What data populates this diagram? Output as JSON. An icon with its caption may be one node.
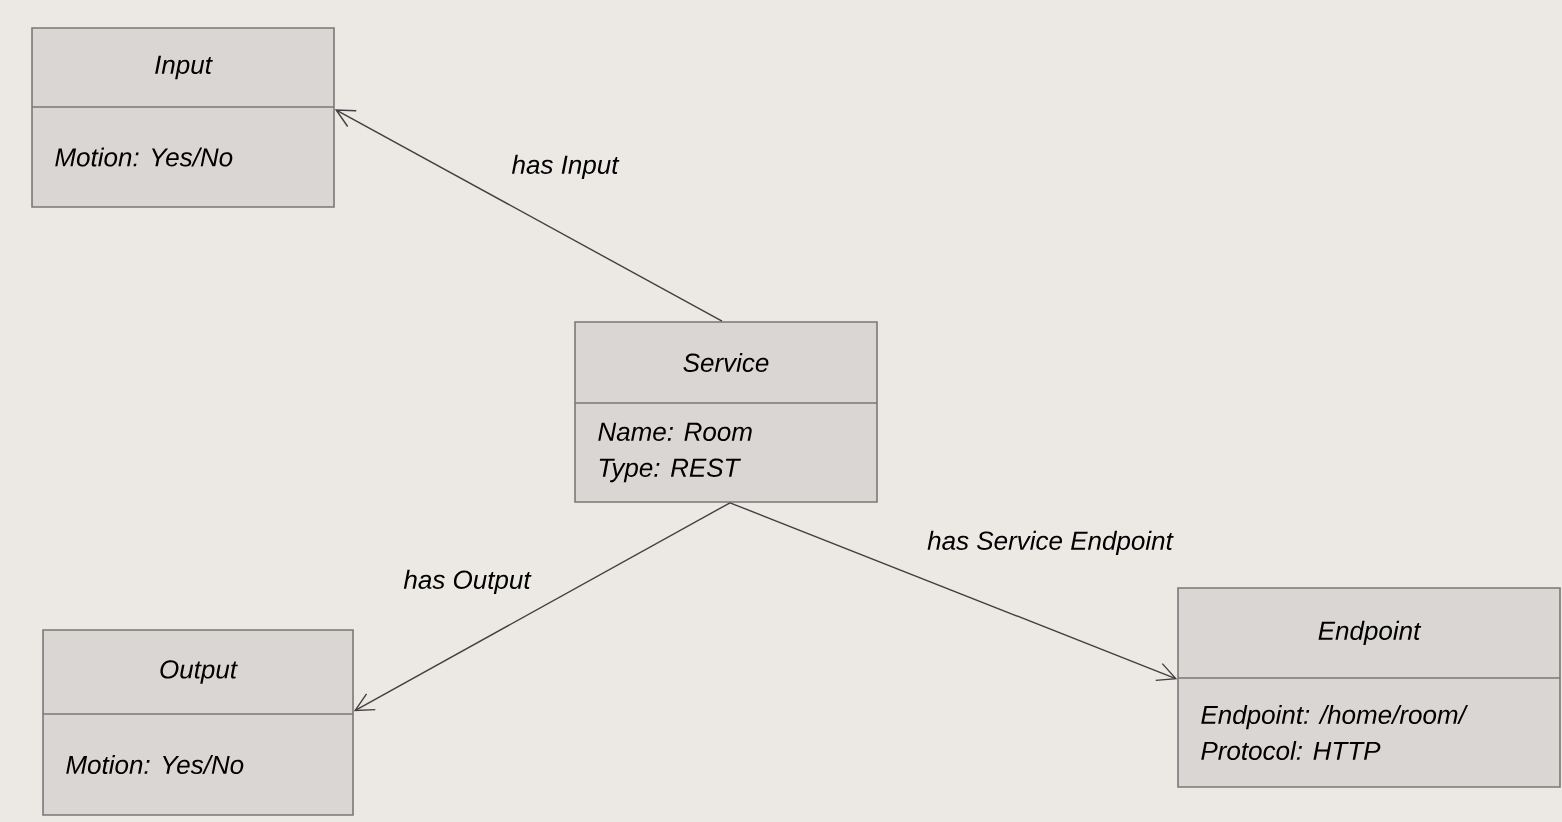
{
  "diagram": {
    "nodes": [
      {
        "text": [
          "Input",
          "Motion: Yes/No"
        ]
      },
      {
        "text": [
          "Service",
          "Name: Room",
          "Type: REST"
        ]
      },
      {
        "text": [
          "Output",
          "Motion: Yes/No"
        ]
      },
      {
        "text": [
          "Endpoint",
          "Endpoint: /home/room/",
          "Protocol: HTTP"
        ]
      }
    ],
    "edges": [
      {
        "from": 1,
        "to": 0,
        "arrow": "to",
        "label": "has Input"
      },
      {
        "from": 1,
        "to": 2,
        "arrow": "to",
        "label": "has Output"
      },
      {
        "from": 1,
        "to": 3,
        "arrow": "to",
        "label": "has Service Endpoint"
      }
    ]
  }
}
